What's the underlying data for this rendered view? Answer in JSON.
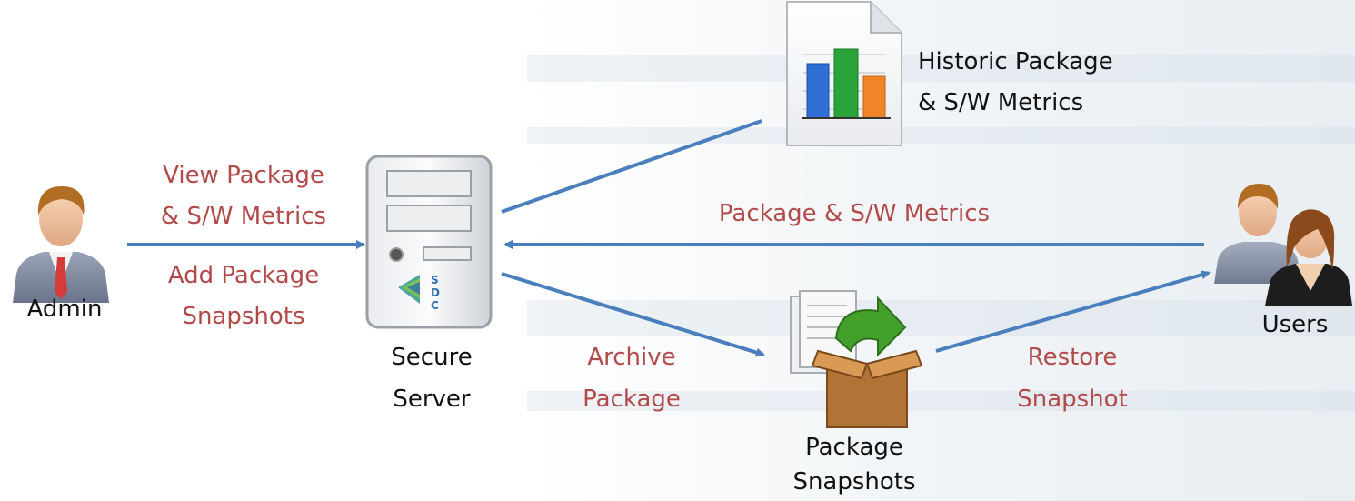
{
  "nodes": {
    "admin": {
      "label": "Admin"
    },
    "server": {
      "label_line1": "Secure",
      "label_line2": "Server",
      "logo_letters": [
        "S",
        "D",
        "C"
      ]
    },
    "metrics_doc": {
      "label_line1": "Historic Package",
      "label_line2": "& S/W Metrics"
    },
    "snapshots": {
      "label_line1": "Package",
      "label_line2": "Snapshots"
    },
    "users": {
      "label": "Users"
    }
  },
  "edges": {
    "admin_to_server": {
      "top_line1": "View Package",
      "top_line2": "& S/W Metrics",
      "bottom_line1": "Add Package",
      "bottom_line2": "Snapshots"
    },
    "users_to_server": {
      "label": "Package & S/W Metrics"
    },
    "server_to_snapshots": {
      "line1": "Archive",
      "line2": "Package"
    },
    "snapshots_to_users": {
      "line1": "Restore",
      "line2": "Snapshot"
    }
  },
  "colors": {
    "arrow": "#4a7fbd",
    "edge_label": "#b24a4a",
    "node_label": "#111111"
  }
}
